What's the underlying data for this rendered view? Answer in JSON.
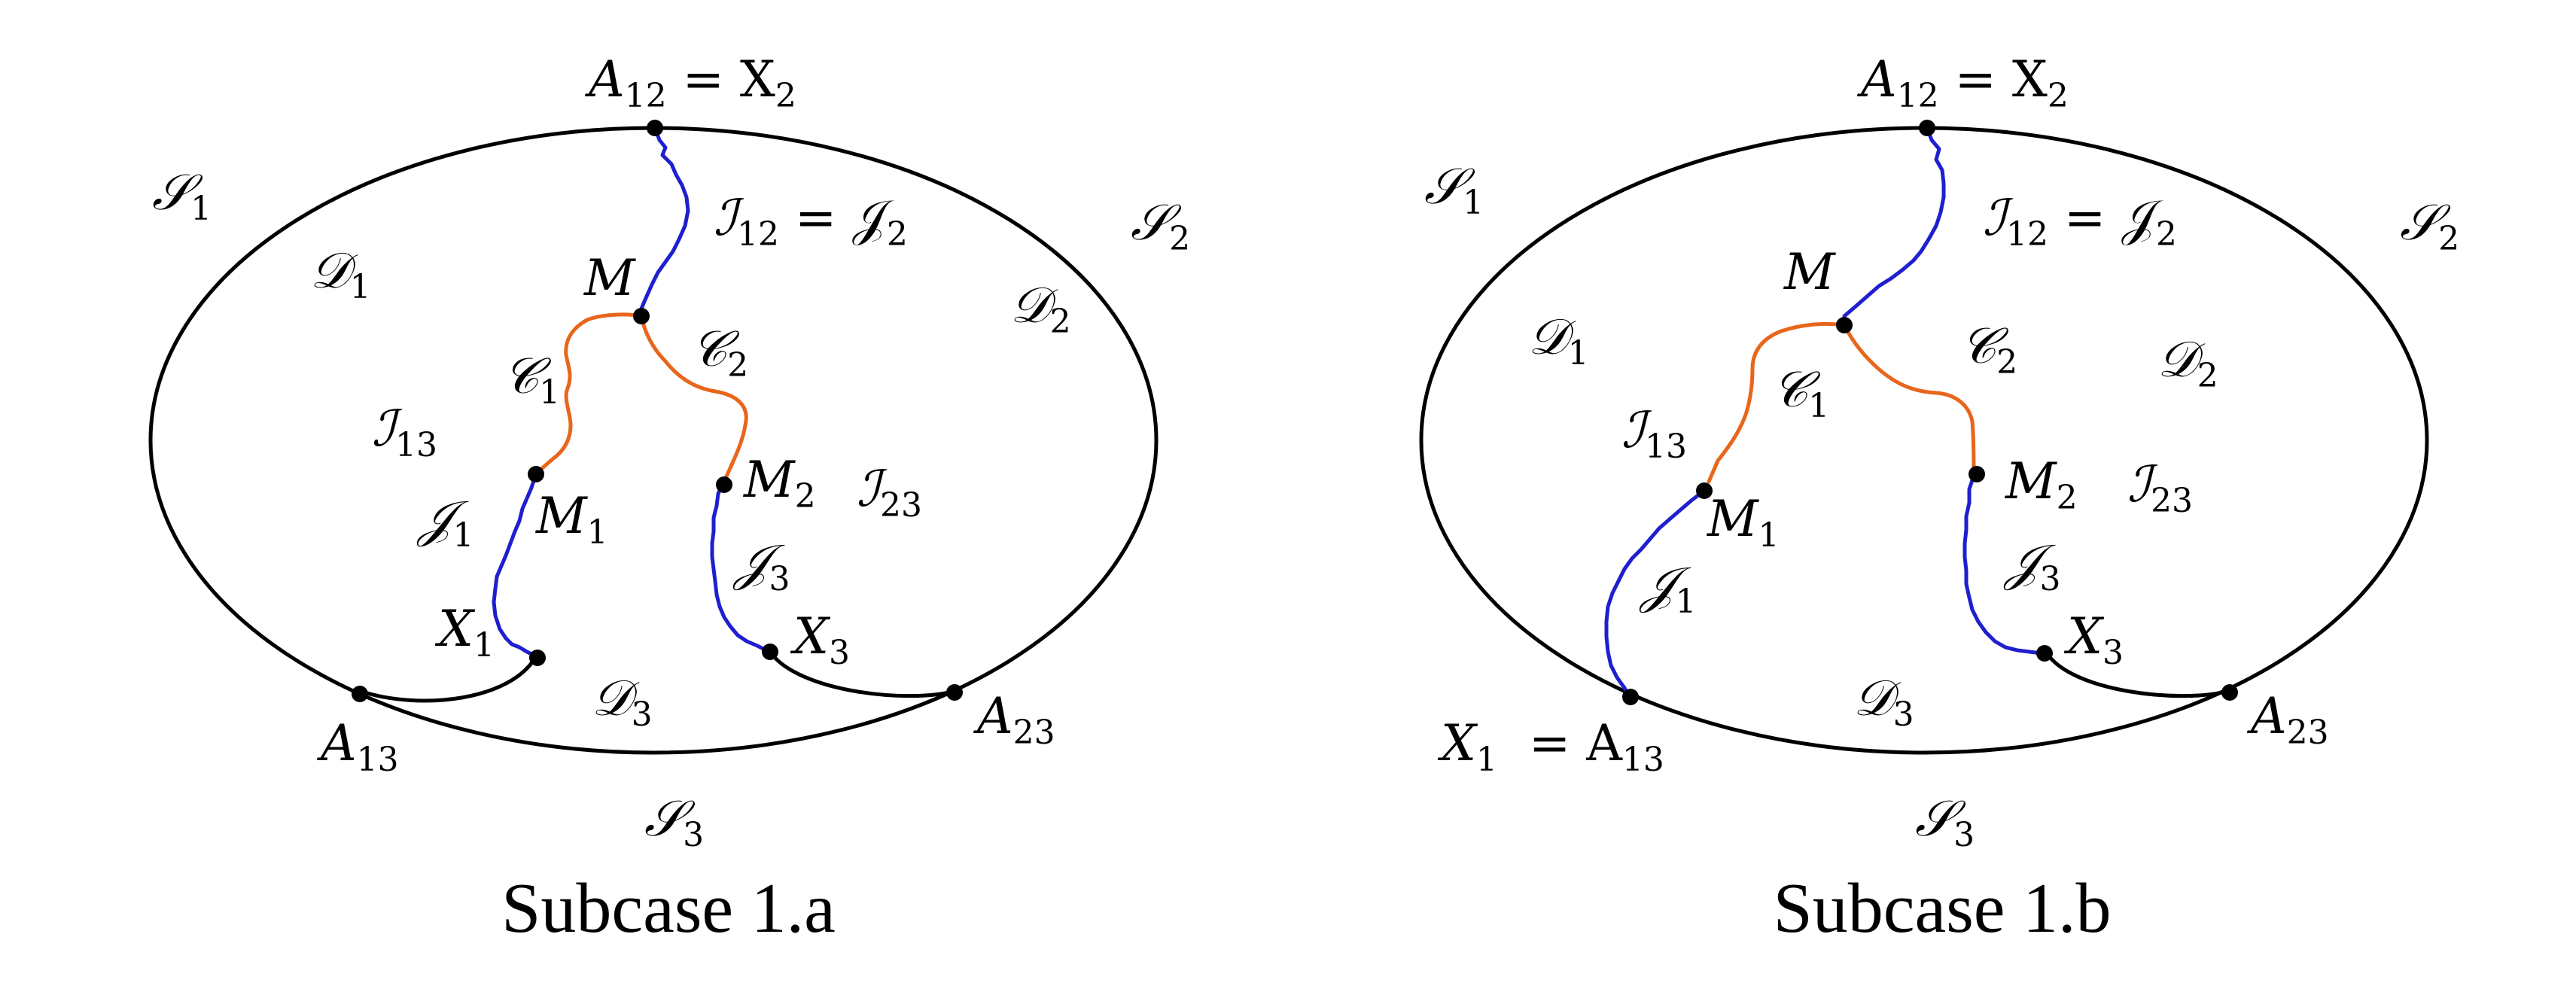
{
  "panels": [
    {
      "caption": "Subcase 1.a",
      "labels": {
        "A12": {
          "base": "A",
          "sub": "12",
          "rest": " = X",
          "sub2": "2"
        },
        "S1": {
          "base": "𝒮",
          "sub": "1"
        },
        "S2": {
          "base": "𝒮",
          "sub": "2"
        },
        "S3": {
          "base": "𝒮",
          "sub": "3"
        },
        "D1": {
          "base": "𝒟",
          "sub": "1"
        },
        "D2": {
          "base": "𝒟",
          "sub": "2"
        },
        "D3": {
          "base": "𝒟",
          "sub": "3"
        },
        "I12": {
          "base": "ℐ",
          "sub": "12",
          "rest": " = 𝒥",
          "sub2": "2"
        },
        "M": {
          "base": "M"
        },
        "C1": {
          "base": "𝒞",
          "sub": "1"
        },
        "C2": {
          "base": "𝒞",
          "sub": "2"
        },
        "I13": {
          "base": "ℐ",
          "sub": "13"
        },
        "I23": {
          "base": "ℐ",
          "sub": "23"
        },
        "M1": {
          "base": "M",
          "sub": "1"
        },
        "M2": {
          "base": "M",
          "sub": "2"
        },
        "J1": {
          "base": "𝒥",
          "sub": "1"
        },
        "J3": {
          "base": "𝒥",
          "sub": "3"
        },
        "X1": {
          "base": "X",
          "sub": "1"
        },
        "X3": {
          "base": "X",
          "sub": "3"
        },
        "A13": {
          "base": "A",
          "sub": "13"
        },
        "A23": {
          "base": "A",
          "sub": "23"
        }
      }
    },
    {
      "caption": "Subcase 1.b",
      "labels": {
        "A12": {
          "base": "A",
          "sub": "12",
          "rest": " = X",
          "sub2": "2"
        },
        "S1": {
          "base": "𝒮",
          "sub": "1"
        },
        "S2": {
          "base": "𝒮",
          "sub": "2"
        },
        "S3": {
          "base": "𝒮",
          "sub": "3"
        },
        "D1": {
          "base": "𝒟",
          "sub": "1"
        },
        "D2": {
          "base": "𝒟",
          "sub": "2"
        },
        "D3": {
          "base": "𝒟",
          "sub": "3"
        },
        "I12": {
          "base": "ℐ",
          "sub": "12",
          "rest": " = 𝒥",
          "sub2": "2"
        },
        "M": {
          "base": "M"
        },
        "C1": {
          "base": "𝒞",
          "sub": "1"
        },
        "C2": {
          "base": "𝒞",
          "sub": "2"
        },
        "I13": {
          "base": "ℐ",
          "sub": "13"
        },
        "I23": {
          "base": "ℐ",
          "sub": "23"
        },
        "M1": {
          "base": "M",
          "sub": "1"
        },
        "M2": {
          "base": "M",
          "sub": "2"
        },
        "J1": {
          "base": "𝒥",
          "sub": "1"
        },
        "J3": {
          "base": "𝒥",
          "sub": "3"
        },
        "X1A13": {
          "base": "X",
          "sub": "1",
          "rest": "  = A",
          "sub2": "13"
        },
        "X3": {
          "base": "X",
          "sub": "3"
        },
        "A23": {
          "base": "A",
          "sub": "23"
        }
      }
    }
  ],
  "colors": {
    "curve_blue": "#1f1fd0",
    "curve_orange": "#e8661c",
    "outline": "#000000"
  }
}
